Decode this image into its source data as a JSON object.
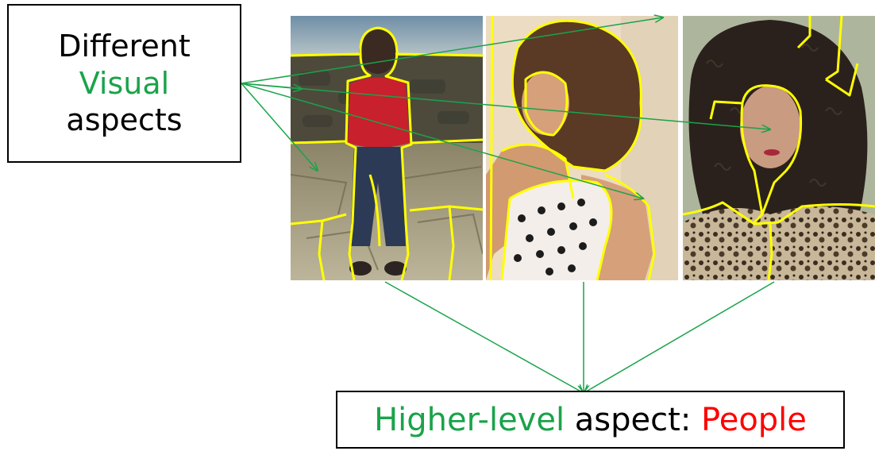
{
  "top_box": {
    "line1": "Different",
    "line2": "Visual",
    "line3": "aspects"
  },
  "bottom_box": {
    "part1": "Higher-level",
    "part2": " aspect: ",
    "part3": "People"
  },
  "photos": [
    {
      "label": "boy standing on stone pavement"
    },
    {
      "label": "woman with long brown hair in polka-dot top"
    },
    {
      "label": "woman with curly black hair in leopard-print top"
    }
  ],
  "colors": {
    "accent_green": "#1aa34a",
    "accent_red": "#ff0000",
    "segment_outline": "#ffff00",
    "arrow": "#1aa34a"
  }
}
